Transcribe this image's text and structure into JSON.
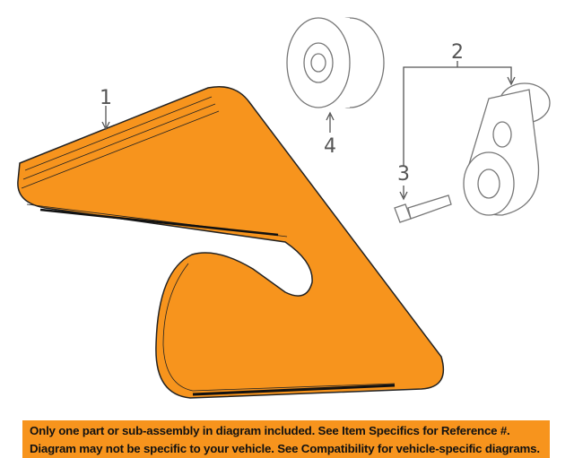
{
  "callouts": {
    "belt": "1",
    "tensioner": "2",
    "bolt": "3",
    "idler": "4"
  },
  "banner": {
    "line1": "Only one part or sub-assembly in diagram included. See Item Specifics for Reference #.",
    "line2": "Diagram may not be specific to your vehicle. See Compatibility for vehicle-specific diagrams."
  },
  "colors": {
    "belt": "#f7941d",
    "banner": "#f7941d"
  }
}
